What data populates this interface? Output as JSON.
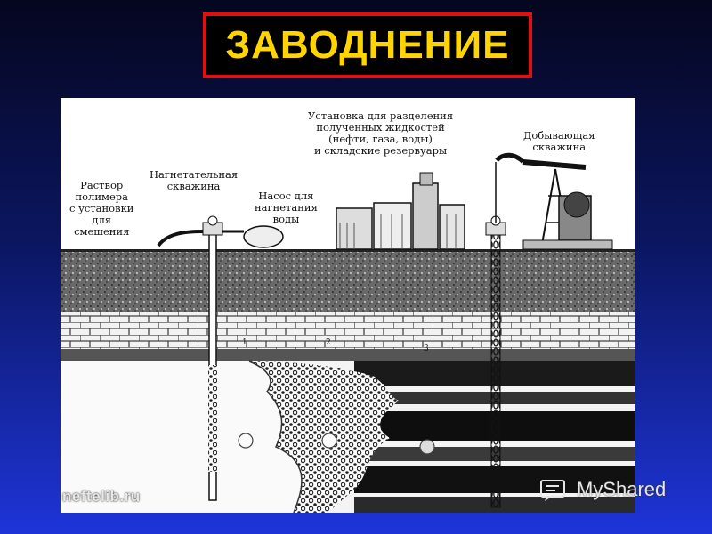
{
  "slide": {
    "title": "ЗАВОДНЕНИЕ",
    "title_color": "#ffd400",
    "title_border_color": "#e01010"
  },
  "diagram": {
    "labels": {
      "polymer_solution": [
        "Раствор",
        "полимера",
        "с установки",
        "для",
        "смешения"
      ],
      "injection_well": [
        "Нагнетательная",
        "скважина"
      ],
      "water_pump": [
        "Насос для",
        "нагнетания",
        "воды"
      ],
      "separation_unit": [
        "Установка для разделения",
        "полученных жидкостей",
        "(нефти, газа, воды)",
        "и складские резервуары"
      ],
      "production_well": [
        "Добывающая",
        "скважина"
      ]
    },
    "zone_markers": [
      "1",
      "2",
      "3"
    ]
  },
  "watermarks": {
    "left": "neftelib.ru",
    "right": "MyShared"
  }
}
